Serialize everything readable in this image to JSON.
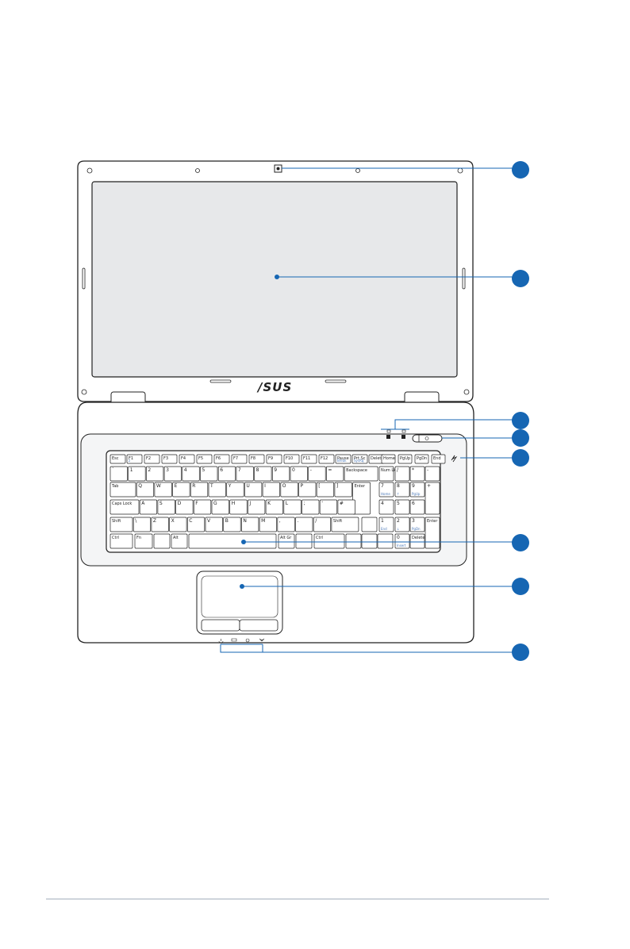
{
  "logo": {
    "text": "/SUS"
  },
  "keyboard": {
    "row1": [
      {
        "label": "Esc",
        "sub": ""
      },
      {
        "label": "F1",
        "sub": "z"
      },
      {
        "label": "F2",
        "sub": ""
      },
      {
        "label": "F3",
        "sub": ""
      },
      {
        "label": "F4",
        "sub": ""
      },
      {
        "label": "F5",
        "sub": ""
      },
      {
        "label": "F6",
        "sub": ""
      },
      {
        "label": "F7",
        "sub": ""
      },
      {
        "label": "F8",
        "sub": ""
      },
      {
        "label": "F9",
        "sub": ""
      },
      {
        "label": "F10",
        "sub": ""
      },
      {
        "label": "F11",
        "sub": ""
      },
      {
        "label": "F12",
        "sub": ""
      },
      {
        "label": "Pause",
        "sub": "Break"
      },
      {
        "label": "Prt Sc",
        "sub": "SysRq"
      },
      {
        "label": "Delete",
        "sub": ""
      },
      {
        "label": "Home",
        "sub": ""
      },
      {
        "label": "PgUp",
        "sub": ""
      },
      {
        "label": "PgDn",
        "sub": ""
      },
      {
        "label": "End",
        "sub": ""
      }
    ],
    "row2": [
      "`",
      "1",
      "2",
      "3",
      "4",
      "5",
      "6",
      "7",
      "8",
      "9",
      "0",
      "-",
      "=",
      "Backspace"
    ],
    "row3": [
      "Tab",
      "Q",
      "W",
      "E",
      "R",
      "T",
      "Y",
      "U",
      "I",
      "O",
      "P",
      "[",
      "]",
      "Enter"
    ],
    "row4": [
      "Caps Lock",
      "A",
      "S",
      "D",
      "F",
      "G",
      "H",
      "J",
      "K",
      "L",
      ";",
      "'",
      "#"
    ],
    "row5": [
      "Shift",
      "\\",
      "Z",
      "X",
      "C",
      "V",
      "B",
      "N",
      "M",
      ",",
      ".",
      "/",
      "Shift"
    ],
    "row6": [
      "Ctrl",
      "Fn",
      "",
      "Alt",
      "",
      "Alt Gr",
      "",
      "Ctrl"
    ],
    "numpad": {
      "row2": [
        "Num Lk",
        "/",
        "*",
        "-"
      ],
      "row3": [
        "7",
        "8",
        "9",
        "+"
      ],
      "row4": [
        "4",
        "5",
        "6"
      ],
      "row5": [
        "1",
        "2",
        "3",
        "Enter"
      ],
      "row6": [
        "0",
        "Delete"
      ],
      "sub3": [
        "Home",
        "↑",
        "PgUp"
      ],
      "sub5": [
        "End",
        "↓",
        "PgDn"
      ],
      "sub6": [
        "Insert",
        ""
      ]
    }
  },
  "callout_color": "#1666b3"
}
